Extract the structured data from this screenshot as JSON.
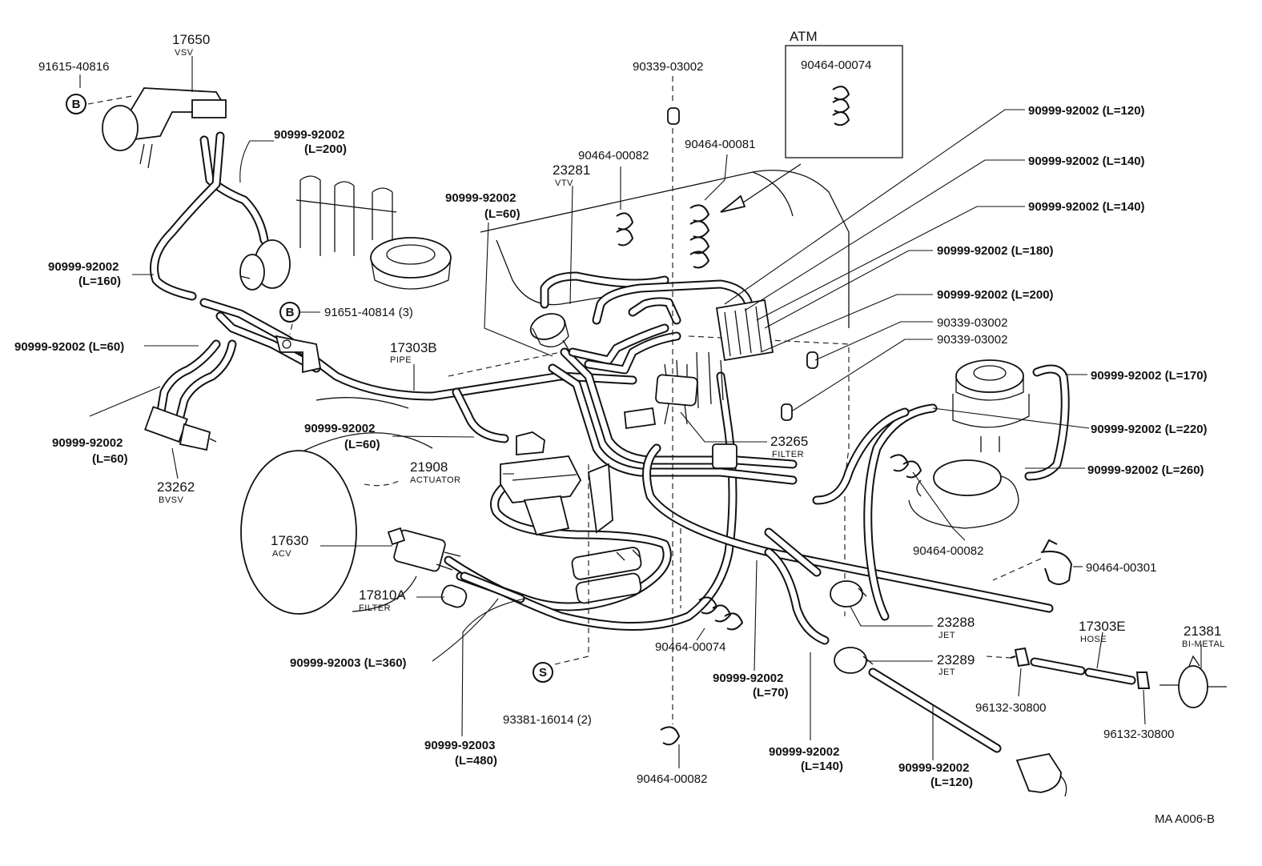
{
  "atm_box": {
    "title": "ATM",
    "part": "90464-00074"
  },
  "code": "MA  A006-B",
  "symbols": {
    "b": "B",
    "s": "S"
  },
  "labels": {
    "p17650": "17650",
    "vsv": "VSV",
    "p91615": "91615-40816",
    "h200_num": "90999-92002",
    "h200_len": "(L=200)",
    "h160_num": "90999-92002",
    "h160_len": "(L=160)",
    "p91651": "91651-40814 (3)",
    "h60a": "90999-92002 (L=60)",
    "h60b_num": "90999-92002",
    "h60b_len": "(L=60)",
    "p23262": "23262",
    "bvsv": "BVSV",
    "p17303b": "17303B",
    "pipe": "PIPE",
    "h60c_num": "90999-92002",
    "h60c_len": "(L=60)",
    "h60d_num": "90999-92002",
    "h60d_len": "(L=60)",
    "p21908": "21908",
    "actuator": "ACTUATOR",
    "p17630": "17630",
    "acv": "ACV",
    "p17810a": "17810A",
    "filter": "FILTER",
    "h360": "90999-92003 (L=360)",
    "h480_num": "90999-92003",
    "h480_len": "(L=480)",
    "p93381": "93381-16014 (2)",
    "p23281": "23281",
    "vtv": "VTV",
    "p90464_82a": "90464-00082",
    "p90464_81": "90464-00081",
    "p90339_a": "90339-03002",
    "h120a": "90999-92002 (L=120)",
    "h140a": "90999-92002 (L=140)",
    "h140b": "90999-92002 (L=140)",
    "h180": "90999-92002 (L=180)",
    "h200b": "90999-92002 (L=200)",
    "p90339_b": "90339-03002",
    "p90339_c": "90339-03002",
    "p23265": "23265",
    "filter2": "FILTER",
    "h170": "90999-92002 (L=170)",
    "h220": "90999-92002 (L=220)",
    "h260": "90999-92002 (L=260)",
    "p90464_82b": "90464-00082",
    "p90464_301": "90464-00301",
    "p23288": "23288",
    "jet1": "JET",
    "p23289": "23289",
    "jet2": "JET",
    "p17303e": "17303E",
    "hose": "HOSE",
    "p21381": "21381",
    "bimetal": "BI-METAL",
    "p96132_a": "96132-30800",
    "p96132_b": "96132-30800",
    "p90464_74b": "90464-00074",
    "h70_num": "90999-92002",
    "h70_len": "(L=70)",
    "h140c_num": "90999-92002",
    "h140c_len": "(L=140)",
    "h120b_num": "90999-92002",
    "h120b_len": "(L=120)",
    "p90464_82c": "90464-00082"
  }
}
